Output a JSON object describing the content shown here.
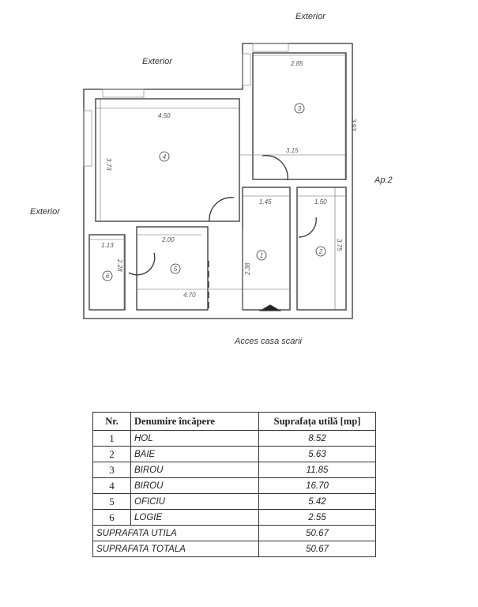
{
  "labels": {
    "exterior_top": "Exterior",
    "exterior_mid": "Exterior",
    "exterior_left": "Exterior",
    "neighbor": "Ap.2",
    "access": "Acces casa scarii"
  },
  "dimensions": {
    "d285": "2.85",
    "d393": "3.93",
    "d450": "4.50",
    "d373": "3.73",
    "d315": "3.15",
    "d145": "1.45",
    "d150": "1.50",
    "d375": "3.75",
    "d113": "1.13",
    "d200": "2.00",
    "d228": "2.28",
    "d238": "2.38",
    "d470": "4.70"
  },
  "room_markers": [
    "1",
    "2",
    "3",
    "4",
    "5",
    "6"
  ],
  "table": {
    "headers": [
      "Nr.",
      "Denumire încăpere",
      "Suprafața utilă [mp]"
    ],
    "rows": [
      {
        "nr": "1",
        "name": "HOL",
        "area": "8.52"
      },
      {
        "nr": "2",
        "name": "BAIE",
        "area": "5.63"
      },
      {
        "nr": "3",
        "name": "BIROU",
        "area": "11.85"
      },
      {
        "nr": "4",
        "name": "BIROU",
        "area": "16.70"
      },
      {
        "nr": "5",
        "name": "OFICIU",
        "area": "5.42"
      },
      {
        "nr": "6",
        "name": "LOGIE",
        "area": "2.55"
      }
    ],
    "totals": [
      {
        "label": "SUPRAFATA UTILA",
        "area": "50.67"
      },
      {
        "label": "SUPRAFATA TOTALA",
        "area": "50.67"
      }
    ]
  }
}
